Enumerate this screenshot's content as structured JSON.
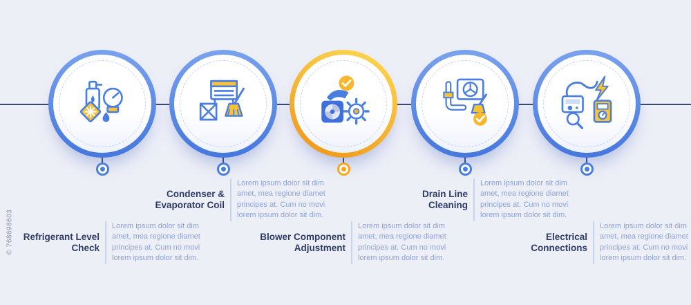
{
  "watermark": "© 768698603",
  "colors": {
    "background": "#edeff7",
    "blue_accent": "#4a7de0",
    "yellow_accent": "#f5a623",
    "yellow_light": "#fcd44e",
    "timeline_line": "#39476f",
    "title_text": "#2e3b66",
    "body_text": "#8da1d8"
  },
  "steps": [
    {
      "title": "Refrigerant Level Check",
      "body": "Lorem ipsum dolor sit dim amet, mea regione diamet principes at. Cum no movi lorem ipsum dolor sit dim.",
      "accent": "blue",
      "icon": "refrigerant-level-check-icon"
    },
    {
      "title": "Condenser & Evaporator Coil",
      "body": "Lorem ipsum dolor sit dim amet, mea regione diamet principes at. Cum no movi lorem ipsum dolor sit dim.",
      "accent": "blue",
      "icon": "condenser-evaporator-coil-icon"
    },
    {
      "title": "Blower Component Adjustment",
      "body": "Lorem ipsum dolor sit dim amet, mea regione diamet principes at. Cum no movi lorem ipsum dolor sit dim.",
      "accent": "yellow",
      "icon": "blower-component-adjustment-icon"
    },
    {
      "title": "Drain Line Cleaning",
      "body": "Lorem ipsum dolor sit dim amet, mea regione diamet principes at. Cum no movi lorem ipsum dolor sit dim.",
      "accent": "blue",
      "icon": "drain-line-cleaning-icon"
    },
    {
      "title": "Electrical Connections",
      "body": "Lorem ipsum dolor sit dim amet, mea regione diamet principes at. Cum no movi lorem ipsum dolor sit dim.",
      "accent": "blue",
      "icon": "electrical-connections-icon"
    }
  ]
}
